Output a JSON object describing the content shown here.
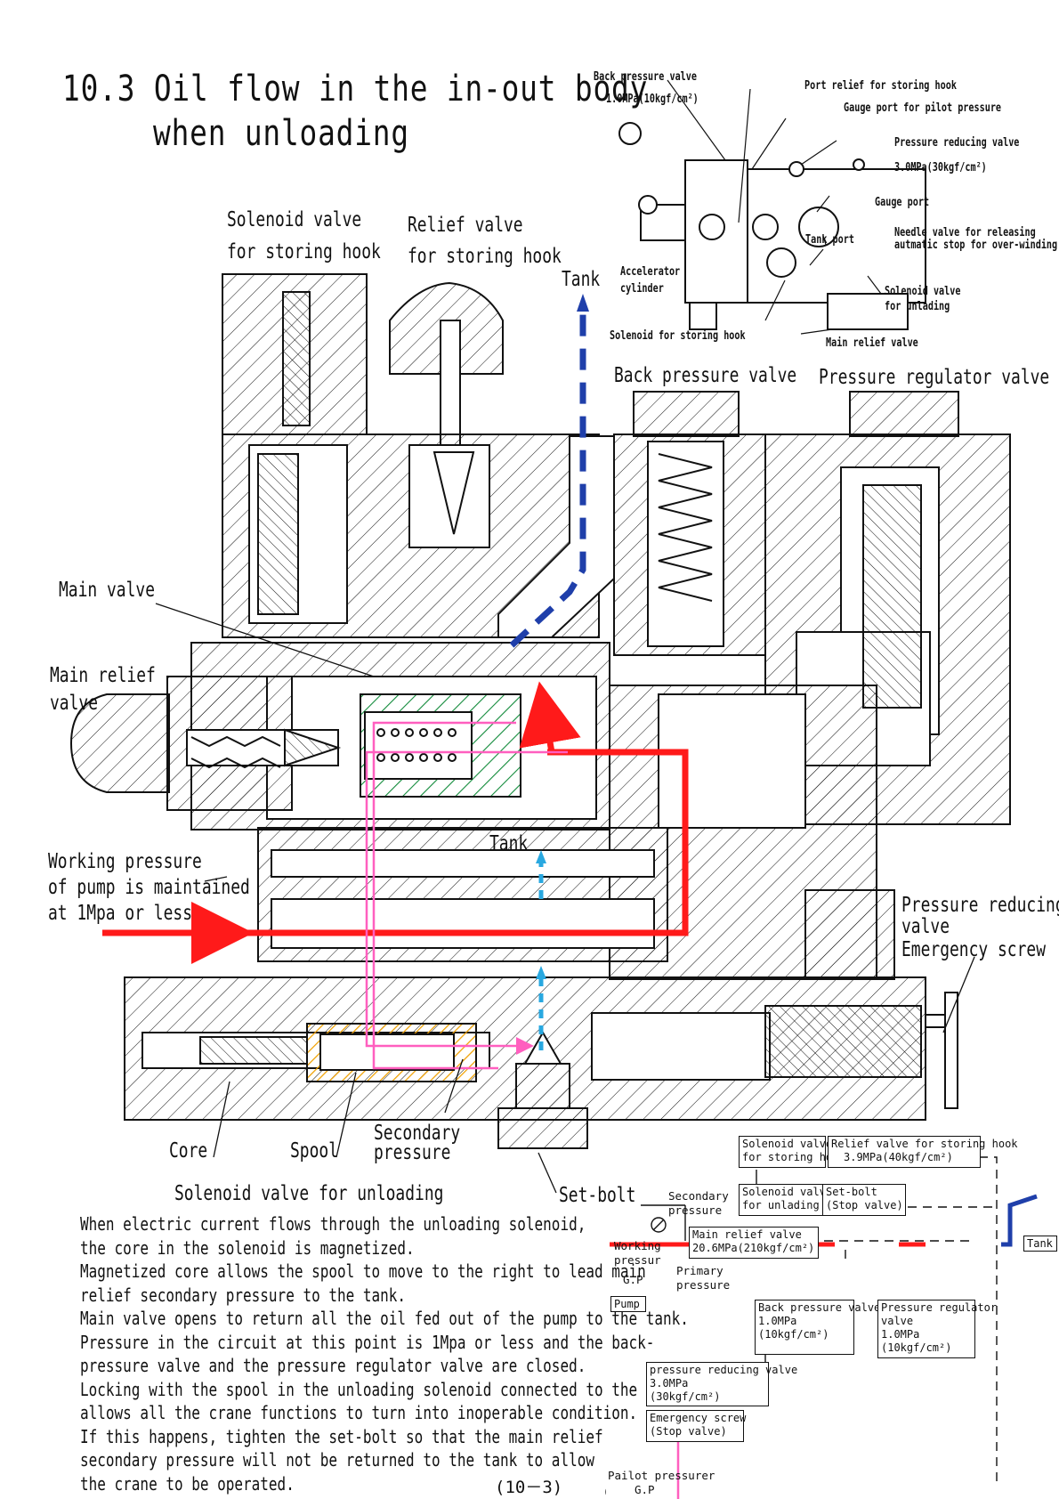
{
  "page": {
    "title_line1": "10.3  Oil flow in the in-out body",
    "title_line2": "when unloading",
    "page_number": "(10－3)"
  },
  "labels": {
    "solenoid_storing_l1": "Solenoid valve",
    "solenoid_storing_l2": "for storing hook",
    "relief_storing_l1": "Relief valve",
    "relief_storing_l2": "for storing hook",
    "tank_top": "Tank",
    "back_pressure_valve": "Back pressure valve",
    "pressure_regulator_valve": "Pressure regulator valve",
    "main_valve": "Main valve",
    "main_relief_l1": "Main relief",
    "main_relief_l2": "valve",
    "tank_mid": "Tank",
    "working_l1": "Working pressure",
    "working_l2": "of pump is maintained",
    "working_l3": "at 1Mpa or less",
    "prv_l1": "Pressure reducing",
    "prv_l2": "valve",
    "prv_l3": "Emergency screw",
    "core": "Core",
    "spool": "Spool",
    "secondary_l1": "Secondary",
    "secondary_l2": "pressure",
    "set_bolt": "Set-bolt",
    "solenoid_unloading": "Solenoid valve for unloading"
  },
  "mini_view": {
    "back_pressure_valve": "Back pressure valve",
    "back_pressure_value": "1.0MPa(10kgf/cm²)",
    "port_relief": "Port relief for storing hook",
    "gauge_pilot": "Gauge port for pilot pressure",
    "pressure_reducing": "Pressure reducing valve",
    "pressure_reducing_value": "3.0MPa(30kgf/cm²)",
    "gauge_port": "Gauge port",
    "tank_port": "Tank port",
    "needle_l1": "Needle valve for releasing",
    "needle_l2": "autmatic stop for over-winding",
    "accelerator_l1": "Accelerator",
    "accelerator_l2": "cylinder",
    "solenoid_unlading_l1": "Solenoid valve",
    "solenoid_unlading_l2": "for unlading",
    "solenoid_storing": "Solenoid for storing hook",
    "main_relief": "Main relief valve"
  },
  "description": [
    "When electric current flows through the unloading solenoid,",
    "the core in the solenoid is magnetized.",
    "Magnetized core allows the spool to move to the right to lead main",
    "relief secondary pressure to the tank.",
    "Main valve opens to return all the oil fed out of the pump to the tank.",
    "Pressure in the circuit at this point is 1Mpa or less and the back-",
    "pressure valve and the pressure regulator valve are closed.",
    "Locking with the spool in the unloading solenoid connected to the tank",
    "allows all the crane functions to turn into inoperable condition.",
    "If this happens, tighten the set-bolt so that the main relief",
    "secondary pressure will not be returned to the tank to allow",
    "the crane to be operated."
  ],
  "circuit": {
    "sol_storing_l1": "Solenoid valve",
    "sol_storing_l2": "for storing hook",
    "relief_storing_l1": "Relief valve for storing hook",
    "relief_storing_l2": "3.9MPa(40kgf/cm²)",
    "secondary_l1": "Secondary",
    "secondary_l2": "pressure",
    "sol_unlading_l1": "Solenoid valve",
    "sol_unlading_l2": "for unlading",
    "set_bolt_l1": "Set-bolt",
    "set_bolt_l2": "(Stop valve)",
    "working_l1": "Working",
    "working_l2": "pressur",
    "gp1": "G.P",
    "main_relief_l1": "Main relief valve",
    "main_relief_l2": "20.6MPa(210kgf/cm²)",
    "primary_l1": "Primary",
    "primary_l2": "pressure",
    "pump": "Pump",
    "tank": "Tank",
    "back_l1": "Back pressure valve",
    "back_l2": "1.0MPa",
    "back_l3": "(10kgf/cm²)",
    "reg_l1": "Pressure regulator",
    "reg_l2": "valve",
    "reg_l3": "1.0MPa",
    "reg_l4": "(10kgf/cm²)",
    "reducing_l1": "pressure reducing valve",
    "reducing_l2": "3.0MPa",
    "reducing_l3": "(30kgf/cm²)",
    "emergency_l1": "Emergency screw",
    "emergency_l2": "(Stop valve)",
    "pilot_l1": "Pailot pressurer",
    "pilot_l2": "G.P"
  },
  "colors": {
    "working_flow": "#ff1a1a",
    "pilot_flow": "#ff5fbf",
    "tank_flow_dark": "#1f3faa",
    "tank_flow_light": "#29a8e0",
    "spring_green": "#118a3a",
    "spring_orange": "#f0a000"
  }
}
